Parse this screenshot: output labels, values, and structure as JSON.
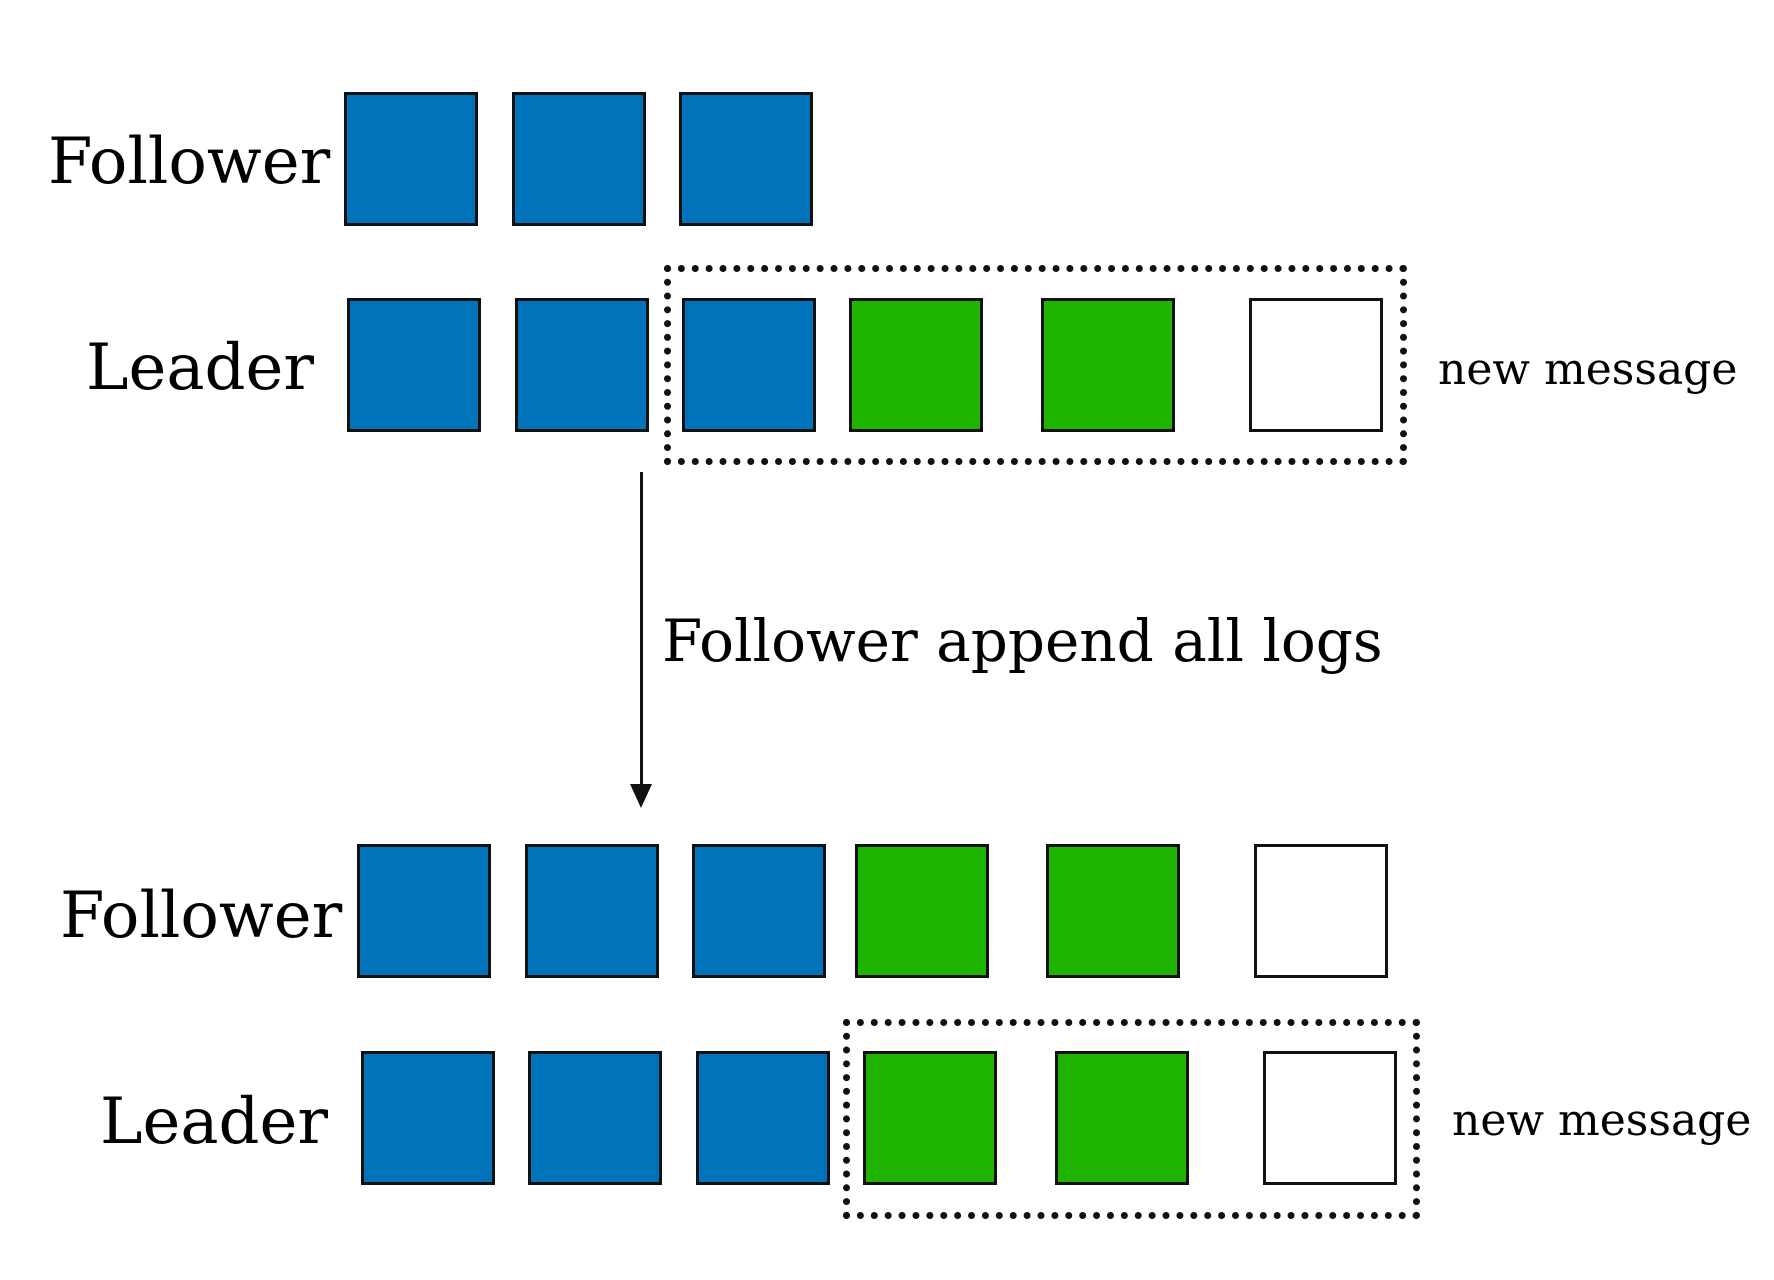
{
  "colors": {
    "blue": "#0073BB",
    "green": "#1EB400",
    "empty": "#FFFFFF"
  },
  "step1": {
    "follower_label": "Follower",
    "follower_cells": [
      "blue",
      "blue",
      "blue"
    ],
    "leader_label": "Leader",
    "leader_cells": [
      "blue",
      "blue",
      "blue",
      "green",
      "green",
      "empty"
    ],
    "new_message": "new message"
  },
  "transition_label": "Follower append all logs",
  "step2": {
    "follower_label": "Follower",
    "follower_cells": [
      "blue",
      "blue",
      "blue",
      "green",
      "green",
      "empty"
    ],
    "leader_label": "Leader",
    "leader_cells": [
      "blue",
      "blue",
      "blue",
      "green",
      "green",
      "empty"
    ],
    "new_message": "new message"
  }
}
